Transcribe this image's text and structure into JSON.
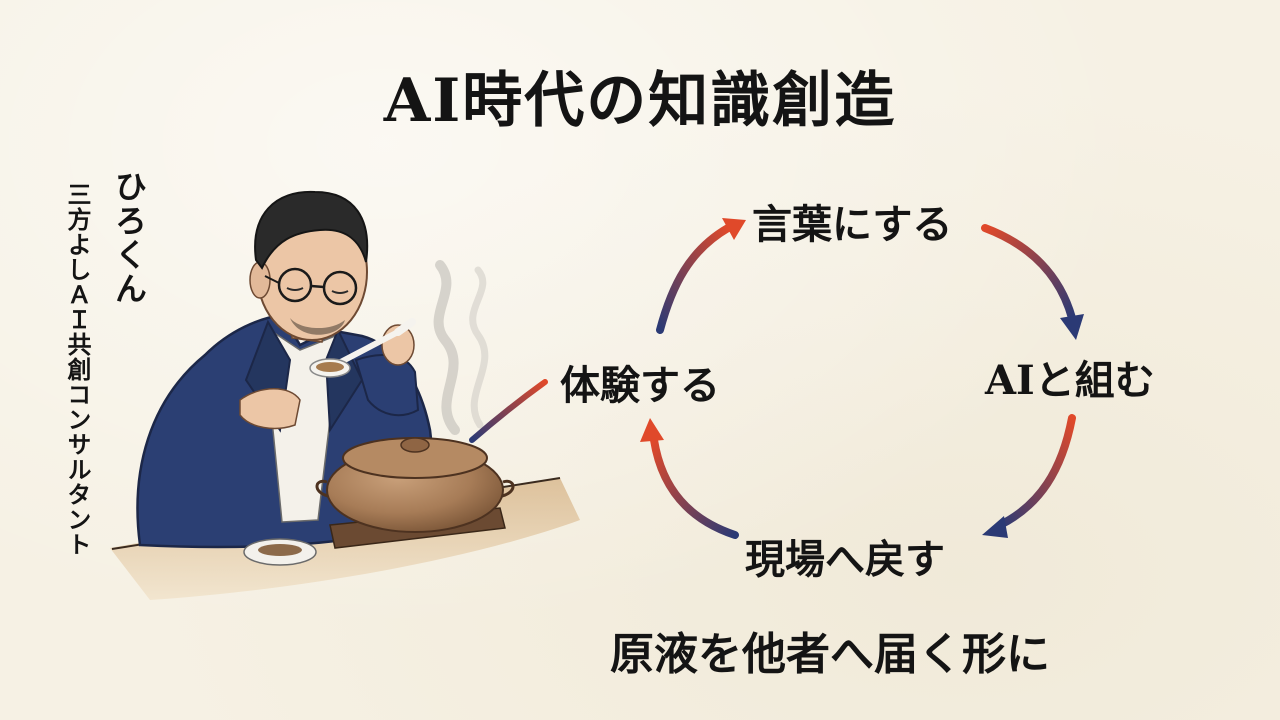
{
  "title": "AI時代の知識創造",
  "author": {
    "name": "ひろくん",
    "role": "三方よしＡＩ共創コンサルタント"
  },
  "cycle": {
    "steps": [
      "言葉にする",
      "AIと組む",
      "現場へ戻す",
      "体験する"
    ],
    "arrow_colors": {
      "start": "#e0492a",
      "end": "#2b3a75"
    }
  },
  "caption": "原液を他者へ届く形に",
  "colors": {
    "background": "#f6f1e4",
    "text": "#141414",
    "jacket": "#2b3f73",
    "pot": "#a77c57"
  }
}
